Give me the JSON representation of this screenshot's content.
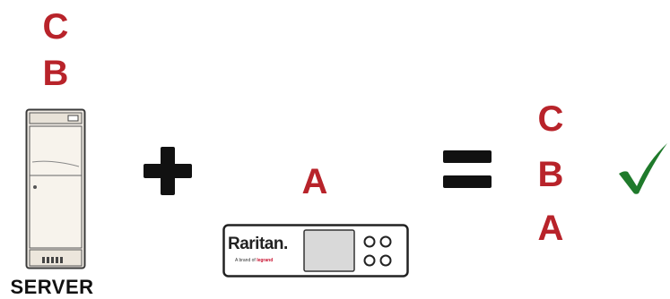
{
  "server_stack": [
    "C",
    "B"
  ],
  "server_caption": "SERVER",
  "device_stack": [
    "A"
  ],
  "device_brand": "Raritan.",
  "device_tagline_prefix": "A brand of ",
  "device_tagline_brand": "legrand",
  "result_stack": [
    "C",
    "B",
    "A"
  ],
  "colors": {
    "letter": "#b8232a",
    "operator": "#111111",
    "check": "#1f7a2b"
  },
  "icons": {
    "server": "server-tower-icon",
    "plus": "plus-icon",
    "equals": "equals-icon",
    "device": "raritan-device-icon",
    "check": "checkmark-icon"
  }
}
